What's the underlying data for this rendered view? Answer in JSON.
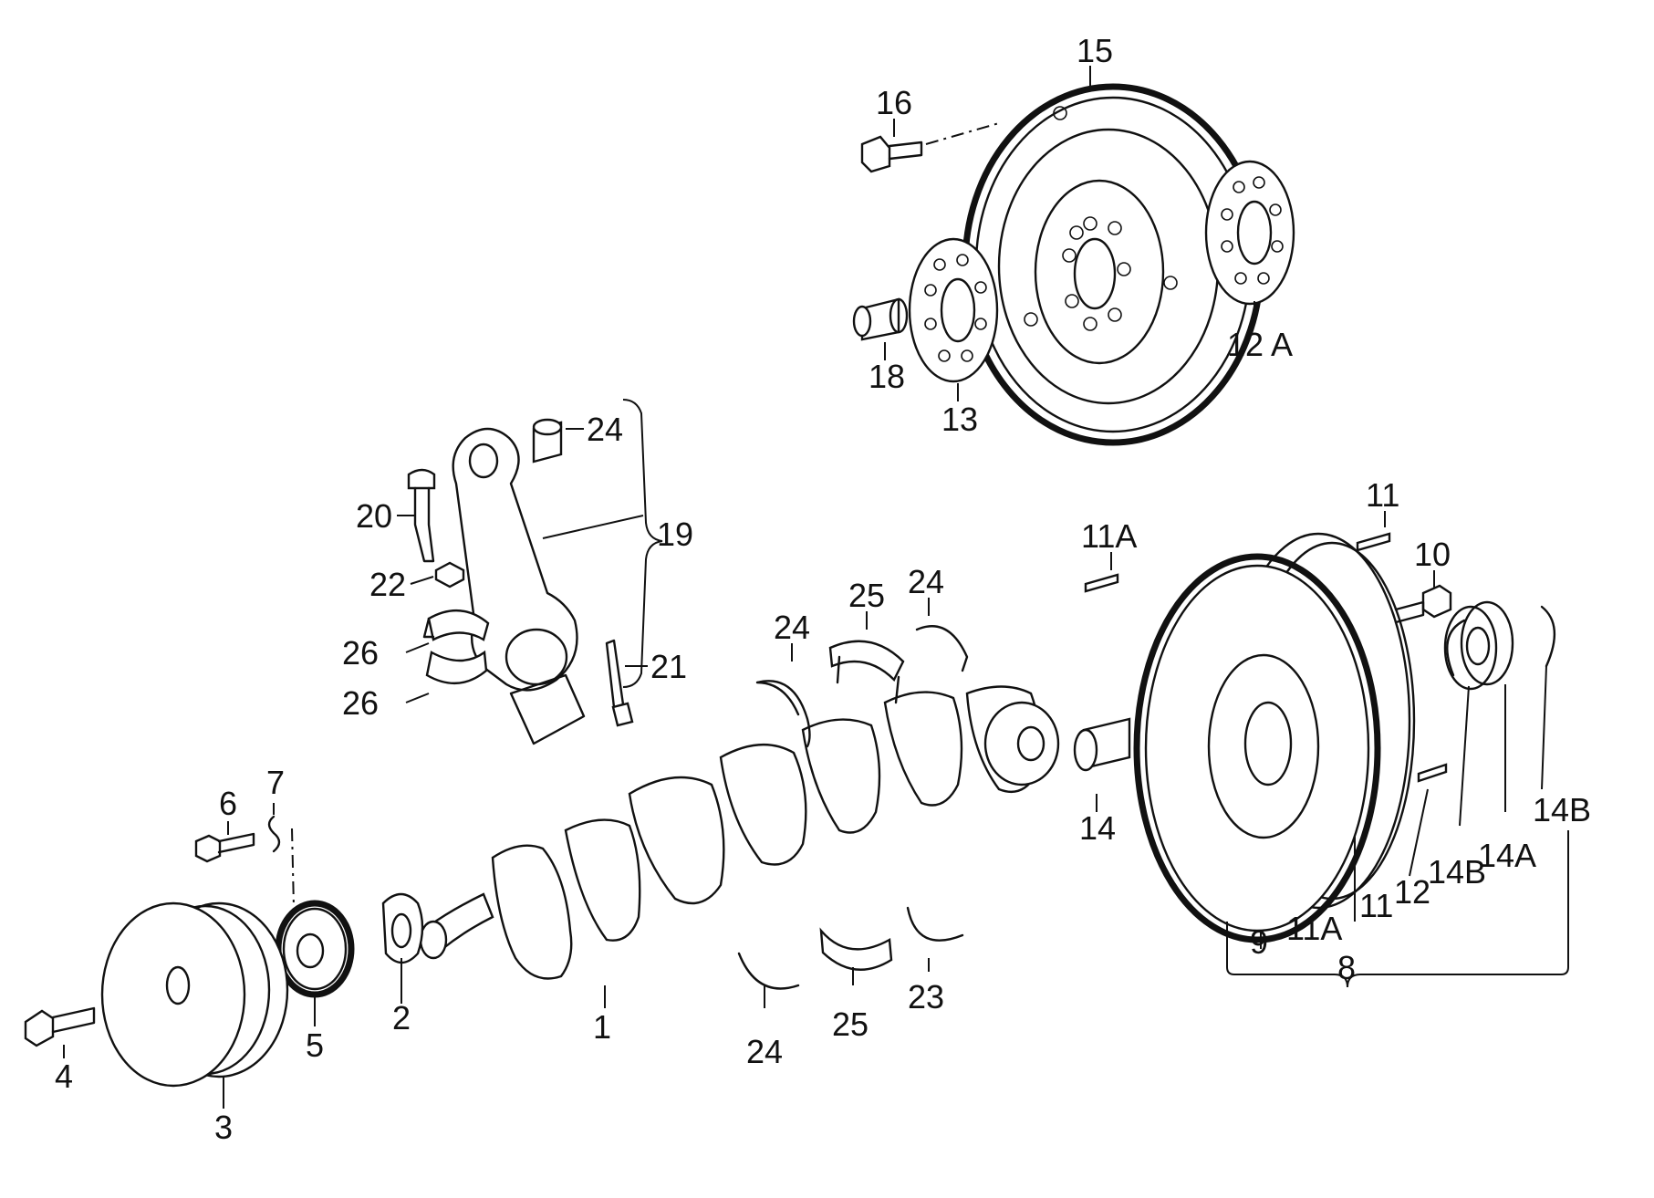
{
  "diagram": {
    "callouts": [
      {
        "id": "c1",
        "text": "1"
      },
      {
        "id": "c2",
        "text": "2"
      },
      {
        "id": "c3",
        "text": "3"
      },
      {
        "id": "c4",
        "text": "4"
      },
      {
        "id": "c5",
        "text": "5"
      },
      {
        "id": "c6",
        "text": "6"
      },
      {
        "id": "c7",
        "text": "7"
      },
      {
        "id": "c8",
        "text": "8"
      },
      {
        "id": "c9",
        "text": "9"
      },
      {
        "id": "c10",
        "text": "10"
      },
      {
        "id": "c11a",
        "text": "11"
      },
      {
        "id": "c11b",
        "text": "11"
      },
      {
        "id": "c11A_a",
        "text": "11A"
      },
      {
        "id": "c11A_b",
        "text": "11A"
      },
      {
        "id": "c12",
        "text": "12"
      },
      {
        "id": "c12A",
        "text": "12 A"
      },
      {
        "id": "c13",
        "text": "13"
      },
      {
        "id": "c14",
        "text": "14"
      },
      {
        "id": "c14A_a",
        "text": "14A"
      },
      {
        "id": "c14B_a",
        "text": "14B"
      },
      {
        "id": "c14B_b",
        "text": "14B"
      },
      {
        "id": "c15",
        "text": "15"
      },
      {
        "id": "c16",
        "text": "16"
      },
      {
        "id": "c18",
        "text": "18"
      },
      {
        "id": "c19",
        "text": "19"
      },
      {
        "id": "c20",
        "text": "20"
      },
      {
        "id": "c21",
        "text": "21"
      },
      {
        "id": "c22",
        "text": "22"
      },
      {
        "id": "c23",
        "text": "23"
      },
      {
        "id": "c24a",
        "text": "24"
      },
      {
        "id": "c24b",
        "text": "24"
      },
      {
        "id": "c24c",
        "text": "24"
      },
      {
        "id": "c24d",
        "text": "24"
      },
      {
        "id": "c25a",
        "text": "25"
      },
      {
        "id": "c25b",
        "text": "25"
      },
      {
        "id": "c26a",
        "text": "26"
      },
      {
        "id": "c26b",
        "text": "26"
      }
    ]
  }
}
